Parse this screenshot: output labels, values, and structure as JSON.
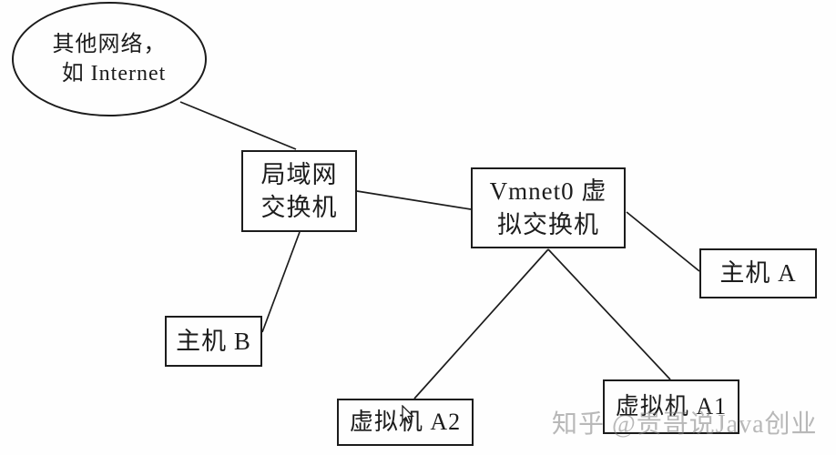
{
  "colors": {
    "background": "#fefefe",
    "line": "#1c1c1c",
    "watermark_gray": "#7d7d7d"
  },
  "diagram": {
    "nodes": {
      "internet": {
        "shape": "ellipse",
        "line1": "其他网络，",
        "line2": "如 Internet"
      },
      "lan_switch": {
        "shape": "rect",
        "line1": "局域网",
        "line2": "交换机"
      },
      "vmnet0": {
        "shape": "rect",
        "line1": "Vmnet0 虚",
        "line2": "拟交换机"
      },
      "host_a": {
        "shape": "rect",
        "label": "主机 A"
      },
      "host_b": {
        "shape": "rect",
        "label": "主机 B"
      },
      "vm_a2": {
        "shape": "rect",
        "label": "虚拟机 A2"
      },
      "vm_a1": {
        "shape": "rect",
        "label": "虚拟机 A1"
      }
    },
    "edges": [
      {
        "from": "internet",
        "to": "lan_switch"
      },
      {
        "from": "lan_switch",
        "to": "vmnet0"
      },
      {
        "from": "lan_switch",
        "to": "host_b"
      },
      {
        "from": "vmnet0",
        "to": "host_a"
      },
      {
        "from": "vmnet0",
        "to": "vm_a2"
      },
      {
        "from": "vmnet0",
        "to": "vm_a1"
      }
    ],
    "icons": {
      "cursor": "mouse-pointer-icon"
    }
  },
  "watermark": {
    "text": "知乎 @贵哥说Java创业"
  }
}
